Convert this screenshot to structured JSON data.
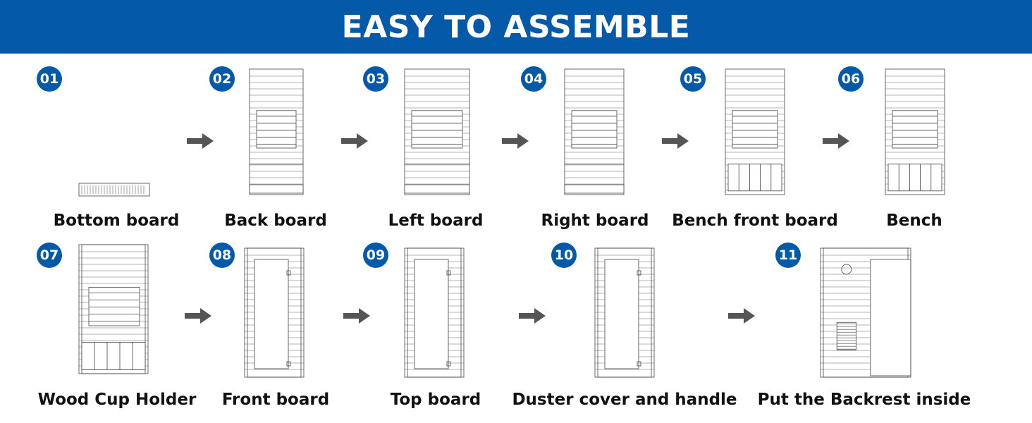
{
  "title": "EASY TO ASSEMBLE",
  "colors": {
    "accent": "#0459a8",
    "arrow": "#555555"
  },
  "steps": [
    {
      "num": "01",
      "label": "Bottom board"
    },
    {
      "num": "02",
      "label": "Back board"
    },
    {
      "num": "03",
      "label": "Left board"
    },
    {
      "num": "04",
      "label": "Right board"
    },
    {
      "num": "05",
      "label": "Bench front board"
    },
    {
      "num": "06",
      "label": "Bench"
    },
    {
      "num": "07",
      "label": "Wood Cup Holder"
    },
    {
      "num": "08",
      "label": "Front board"
    },
    {
      "num": "09",
      "label": "Top board"
    },
    {
      "num": "10",
      "label": "Duster cover and handle"
    },
    {
      "num": "11",
      "label": "Put the Backrest inside"
    }
  ]
}
